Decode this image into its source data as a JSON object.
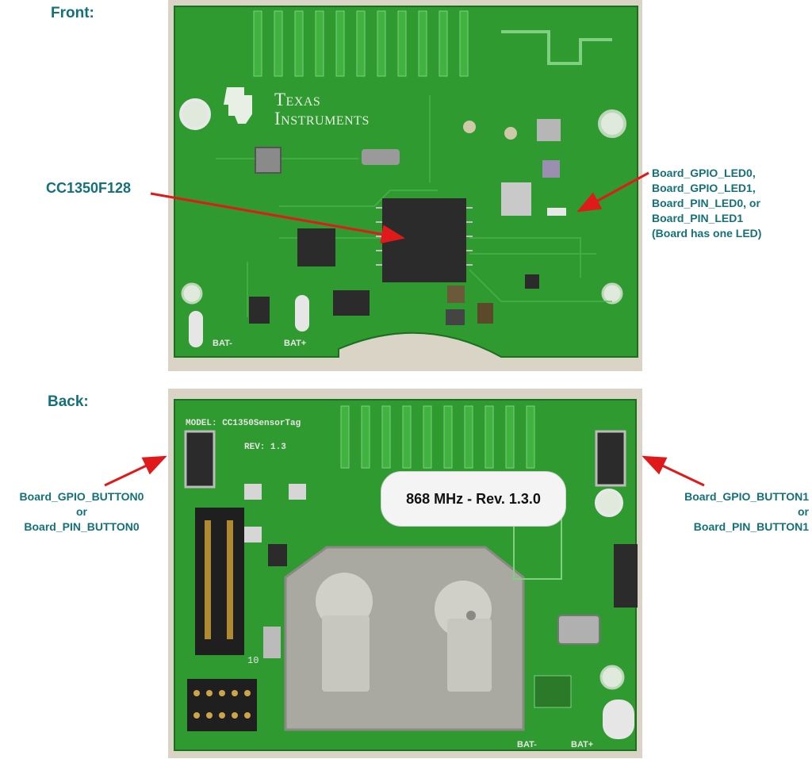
{
  "front": {
    "heading": "Front:",
    "logo": {
      "line1": "Texas",
      "line2": "Instruments"
    },
    "chip_label": "CC1350F128",
    "led_label": [
      "Board_GPIO_LED0,",
      "Board_GPIO_LED1,",
      "Board_PIN_LED0, or",
      "Board_PIN_LED1",
      "(Board has one LED)"
    ],
    "silk_left": "BAT-",
    "silk_right": "BAT+"
  },
  "back": {
    "heading": "Back:",
    "model_text": "MODEL: CC1350SensorTag",
    "rev_text": "REV: 1.3",
    "sticker": "868 MHz - Rev. 1.3.0",
    "pin_number": "10",
    "button0_label": [
      "Board_GPIO_BUTTON0",
      "or",
      "Board_PIN_BUTTON0"
    ],
    "button1_label": [
      "Board_GPIO_BUTTON1",
      "or",
      "Board_PIN_BUTTON1"
    ],
    "silk_left": "BAT-",
    "silk_right": "BAT+"
  },
  "colors": {
    "label": "#137178",
    "arrow": "#e01a1a",
    "pcb": "#2f9a2f",
    "pcb_dark": "#1f7a22",
    "chip": "#2b2b2b"
  }
}
